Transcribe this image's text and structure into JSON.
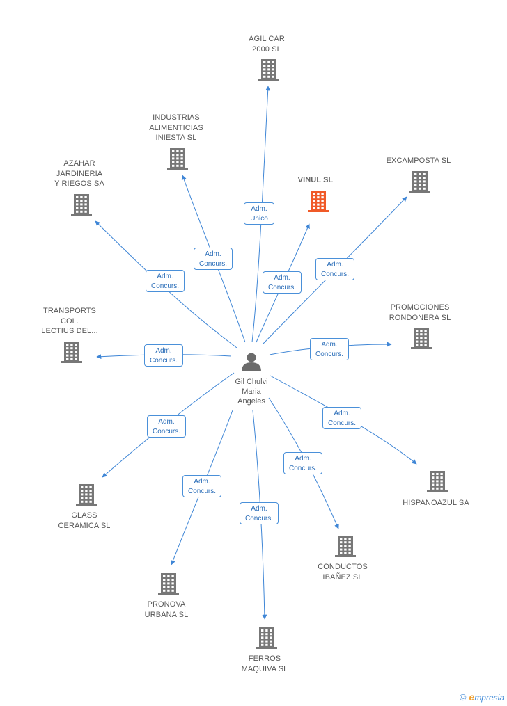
{
  "colors": {
    "edge": "#3f86d6",
    "building": "#777777",
    "building_focus": "#f05a28",
    "person": "#6b6b6b"
  },
  "person": {
    "name": "Gil Chulvi\nMaria\nAngeles",
    "icon": "person-icon"
  },
  "companies": [
    {
      "id": "agil-car",
      "name": "AGIL CAR\n2000 SL",
      "focus": false
    },
    {
      "id": "industrias",
      "name": "INDUSTRIAS\nALIMENTICIAS\nINIESTA SL",
      "focus": false
    },
    {
      "id": "azahar",
      "name": "AZAHAR\nJARDINERIA\nY RIEGOS SA",
      "focus": false
    },
    {
      "id": "vinul",
      "name": "VINUL SL",
      "focus": true
    },
    {
      "id": "excamposta",
      "name": "EXCAMPOSTA SL",
      "focus": false
    },
    {
      "id": "transports",
      "name": "TRANSPORTS\nCOL.\nLECTIUS DEL...",
      "focus": false
    },
    {
      "id": "promociones",
      "name": "PROMOCIONES\nRONDONERA SL",
      "focus": false
    },
    {
      "id": "glass",
      "name": "GLASS\nCERAMICA SL",
      "focus": false
    },
    {
      "id": "hispanoazul",
      "name": "HISPANOAZUL SA",
      "focus": false
    },
    {
      "id": "pronova",
      "name": "PRONOVA\nURBANA SL",
      "focus": false
    },
    {
      "id": "conductos",
      "name": "CONDUCTOS\nIBAÑEZ SL",
      "focus": false
    },
    {
      "id": "ferros",
      "name": "FERROS\nMAQUIVA SL",
      "focus": false
    }
  ],
  "edges": [
    {
      "to": "agil-car",
      "label": "Adm.\nUnico"
    },
    {
      "to": "industrias",
      "label": "Adm.\nConcurs."
    },
    {
      "to": "azahar",
      "label": "Adm.\nConcurs."
    },
    {
      "to": "vinul",
      "label": "Adm.\nConcurs."
    },
    {
      "to": "excamposta",
      "label": "Adm.\nConcurs."
    },
    {
      "to": "transports",
      "label": "Adm.\nConcurs."
    },
    {
      "to": "promociones",
      "label": "Adm.\nConcurs."
    },
    {
      "to": "glass",
      "label": "Adm.\nConcurs."
    },
    {
      "to": "hispanoazul",
      "label": "Adm.\nConcurs."
    },
    {
      "to": "pronova",
      "label": "Adm.\nConcurs."
    },
    {
      "to": "conductos",
      "label": "Adm.\nConcurs."
    },
    {
      "to": "ferros",
      "label": "Adm.\nConcurs."
    }
  ],
  "footer": {
    "copyright": "©",
    "brand_initial": "e",
    "brand_rest": "mpresia"
  }
}
